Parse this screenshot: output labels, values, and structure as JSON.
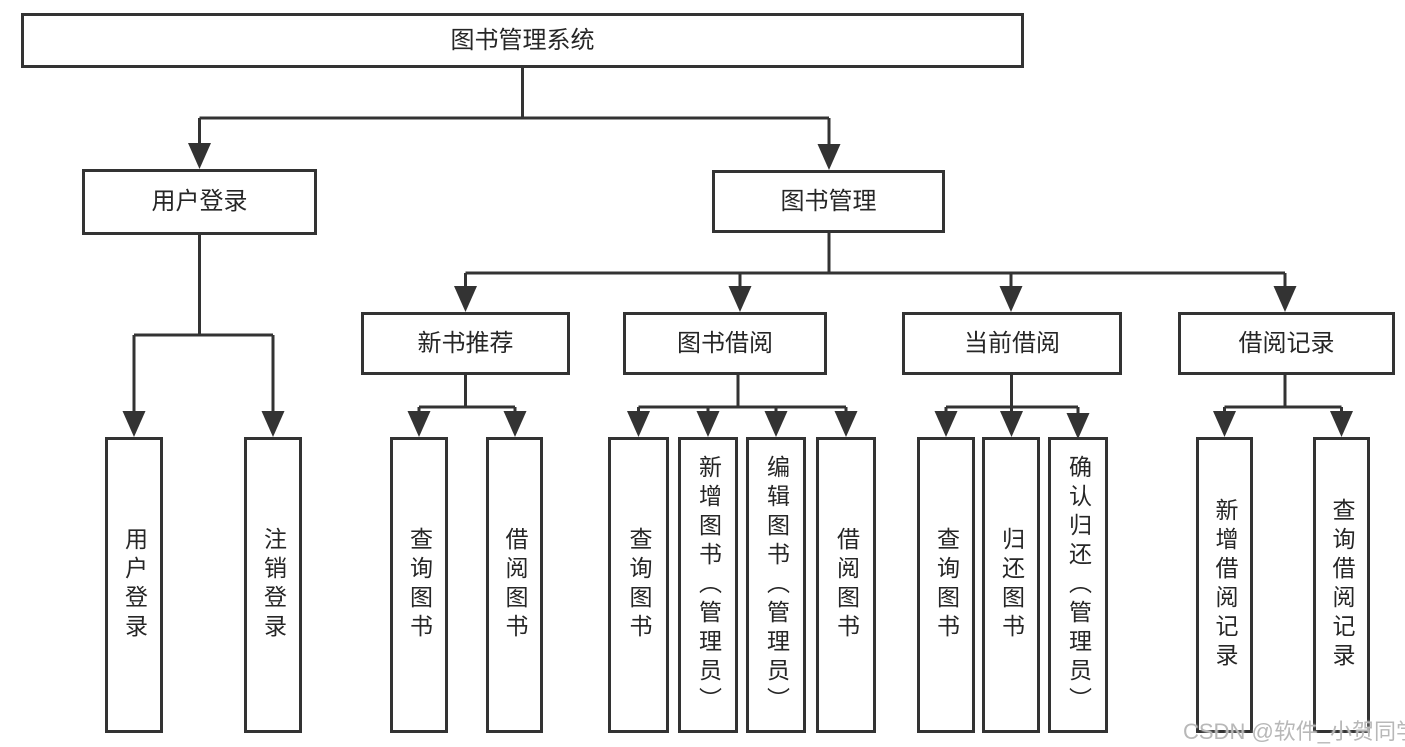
{
  "colors": {
    "line": "#333333",
    "node_border": "#333333",
    "node_text": "#262626",
    "background": "#ffffff",
    "watermark": "#b8b8b8"
  },
  "tree": {
    "root": {
      "label": "图书管理系统"
    },
    "branches": [
      {
        "label": "用户登录",
        "children": [
          {
            "label": "用户登录"
          },
          {
            "label": "注销登录"
          }
        ]
      },
      {
        "label": "图书管理",
        "children": [
          {
            "label": "新书推荐",
            "children": [
              {
                "label": "查询图书"
              },
              {
                "label": "借阅图书"
              }
            ]
          },
          {
            "label": "图书借阅",
            "children": [
              {
                "label": "查询图书"
              },
              {
                "label": "新增图书（管理员）"
              },
              {
                "label": "编辑图书（管理员）"
              },
              {
                "label": "借阅图书"
              }
            ]
          },
          {
            "label": "当前借阅",
            "children": [
              {
                "label": "查询图书"
              },
              {
                "label": "归还图书"
              },
              {
                "label": "确认归还（管理员）"
              }
            ]
          },
          {
            "label": "借阅记录",
            "children": [
              {
                "label": "新增借阅记录"
              },
              {
                "label": "查询借阅记录"
              }
            ]
          }
        ]
      }
    ]
  },
  "watermark": {
    "text": "CSDN @软件_小贺同学"
  }
}
